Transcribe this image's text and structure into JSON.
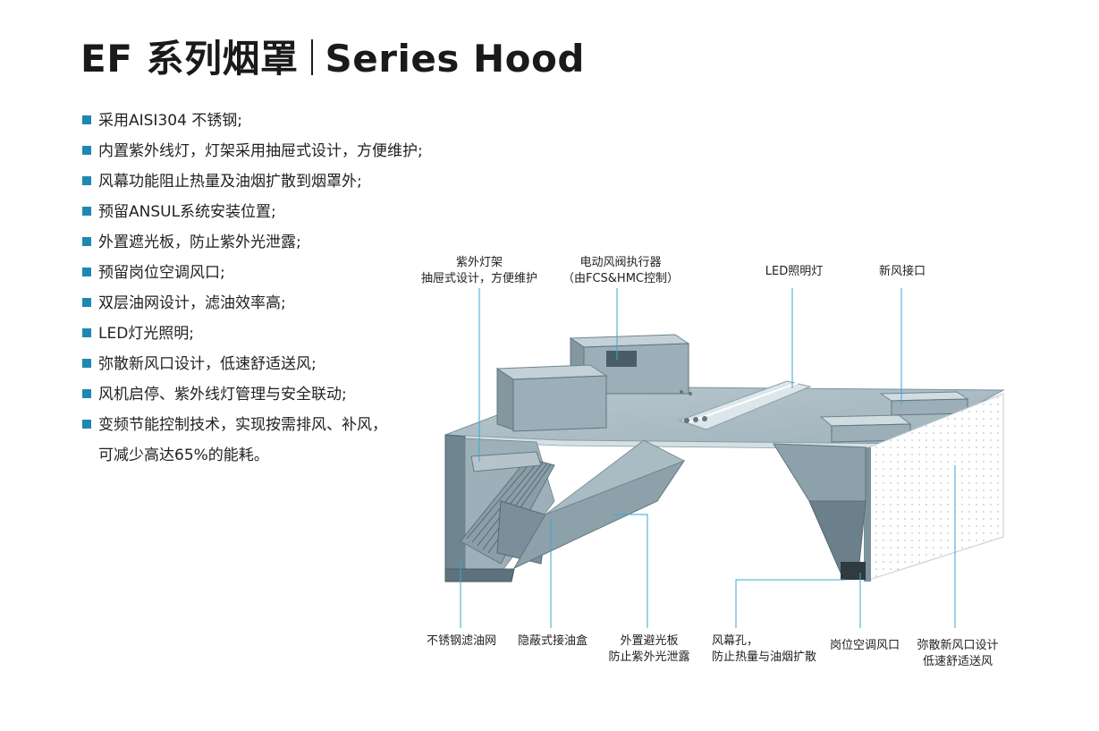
{
  "title": {
    "cn": "EF 系列烟罩",
    "en": "Series Hood"
  },
  "features": [
    "采用AISI304 不锈钢;",
    "内置紫外线灯，灯架采用抽屉式设计，方便维护;",
    "风幕功能阻止热量及油烟扩散到烟罩外;",
    "预留ANSUL系统安装位置;",
    "外置遮光板，防止紫外光泄露;",
    "预留岗位空调风口;",
    "双层油网设计，滤油效率高;",
    "LED灯光照明;",
    "弥散新风口设计，低速舒适送风;",
    "风机启停、紫外线灯管理与安全联动;",
    "变频节能控制技术，实现按需排风、补风，"
  ],
  "feature_continuation": "可减少高达65%的能耗。",
  "labels": {
    "uv_rack": [
      "紫外灯架",
      "抽屉式设计，方便维护"
    ],
    "damper": [
      "电动风阀执行器",
      "（由FCS&HMC控制）"
    ],
    "led": [
      "LED照明灯"
    ],
    "fresh_air": [
      "新风接口"
    ],
    "filter": [
      "不锈钢滤油网"
    ],
    "oil_box": [
      "隐蔽式接油盒"
    ],
    "shade": [
      "外置避光板",
      "防止紫外光泄露"
    ],
    "air_curtain": [
      "风幕孔，",
      "防止热量与油烟扩散"
    ],
    "post_ac": [
      "岗位空调风口"
    ],
    "diffuser": [
      "弥散新风口设计",
      "低速舒适送风"
    ]
  },
  "colors": {
    "accent": "#1e88b4",
    "leader": "#3aa7d6",
    "steel": "#8fa3ad",
    "steel_dark": "#5f7580",
    "steel_light": "#c4d1d7"
  }
}
